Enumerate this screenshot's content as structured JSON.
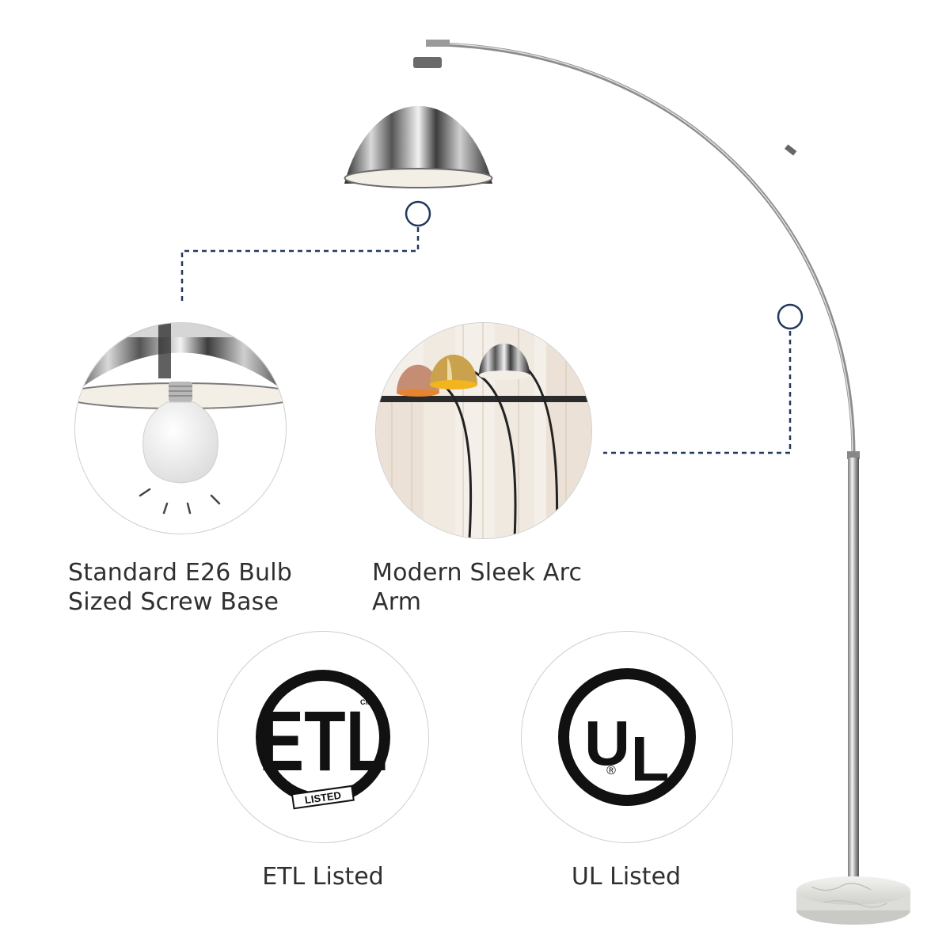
{
  "colors": {
    "connector": "#23395d",
    "chrome_dark": "#3a3a3a",
    "chrome_light": "#e6e6e6",
    "shade_interior": "#f3eee6",
    "marble": "#e9e9e7",
    "circle_border": "#cfcfcf",
    "text": "#2f2f2f"
  },
  "features": [
    {
      "id": "bulb",
      "lines": [
        "Standard E26 Bulb",
        "Sized Screw Base"
      ],
      "icon": "bulb-icon"
    },
    {
      "id": "arc",
      "lines": [
        "Modern Sleek Arc",
        "Arm"
      ],
      "icon": "lamp-trio-photo"
    }
  ],
  "certifications": [
    {
      "id": "etl",
      "label": "ETL Listed",
      "logo_text": "ETL",
      "logo_badge": "LISTED",
      "logo_mark": "CM"
    },
    {
      "id": "ul",
      "label": "UL Listed",
      "logo_text": "UL",
      "logo_mark": "®"
    }
  ]
}
